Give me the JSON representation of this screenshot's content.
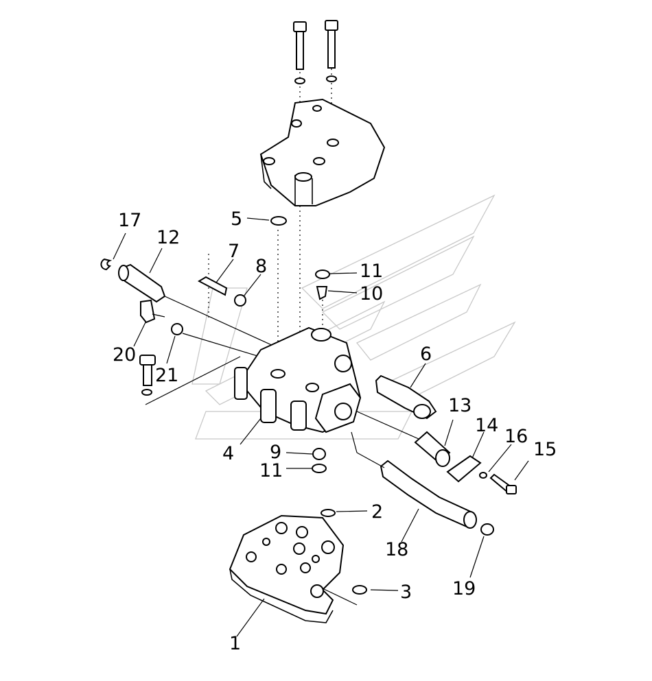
{
  "diagram": {
    "callouts": [
      {
        "id": "1",
        "text": "1"
      },
      {
        "id": "2",
        "text": "2"
      },
      {
        "id": "3",
        "text": "3"
      },
      {
        "id": "4",
        "text": "4"
      },
      {
        "id": "5",
        "text": "5"
      },
      {
        "id": "6",
        "text": "6"
      },
      {
        "id": "7",
        "text": "7"
      },
      {
        "id": "8",
        "text": "8"
      },
      {
        "id": "9",
        "text": "9"
      },
      {
        "id": "10",
        "text": "10"
      },
      {
        "id": "11a",
        "text": "11"
      },
      {
        "id": "11b",
        "text": "11"
      },
      {
        "id": "12",
        "text": "12"
      },
      {
        "id": "13",
        "text": "13"
      },
      {
        "id": "14",
        "text": "14"
      },
      {
        "id": "15",
        "text": "15"
      },
      {
        "id": "16",
        "text": "16"
      },
      {
        "id": "17",
        "text": "17"
      },
      {
        "id": "18",
        "text": "18"
      },
      {
        "id": "19",
        "text": "19"
      },
      {
        "id": "20",
        "text": "20"
      },
      {
        "id": "21",
        "text": "21"
      }
    ]
  }
}
